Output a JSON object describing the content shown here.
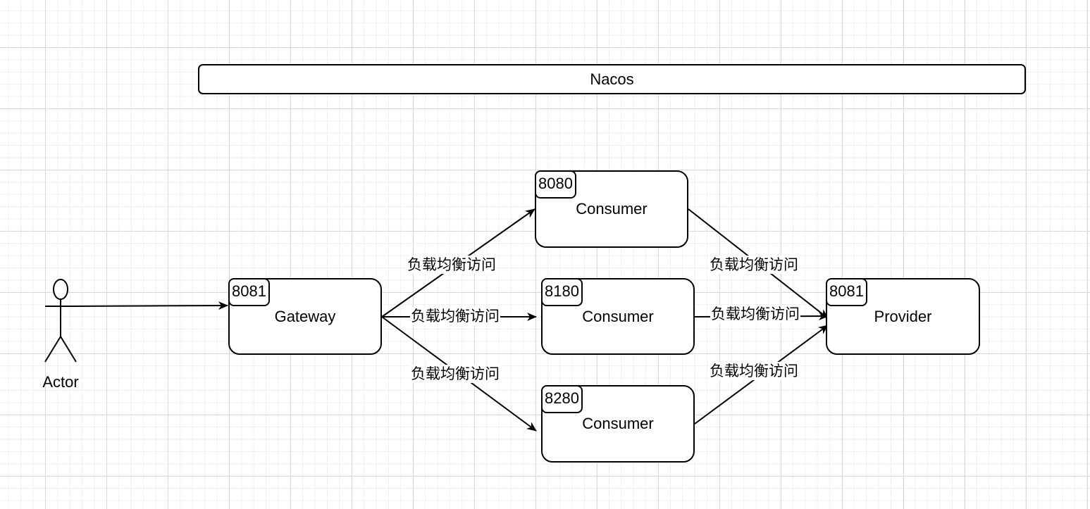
{
  "nacos": {
    "label": "Nacos"
  },
  "actor": {
    "label": "Actor"
  },
  "gateway": {
    "port": "8081",
    "label": "Gateway"
  },
  "consumers": [
    {
      "port": "8080",
      "label": "Consumer"
    },
    {
      "port": "8180",
      "label": "Consumer"
    },
    {
      "port": "8280",
      "label": "Consumer"
    }
  ],
  "provider": {
    "port": "8081",
    "label": "Provider"
  },
  "edges": {
    "gateway_to_consumer_1": "负载均衡访问",
    "gateway_to_consumer_2": "负载均衡访问",
    "gateway_to_consumer_3": "负载均衡访问",
    "consumer_1_to_provider": "负载均衡访问",
    "consumer_2_to_provider": "负载均衡访问",
    "consumer_3_to_provider": "负载均衡访问"
  }
}
